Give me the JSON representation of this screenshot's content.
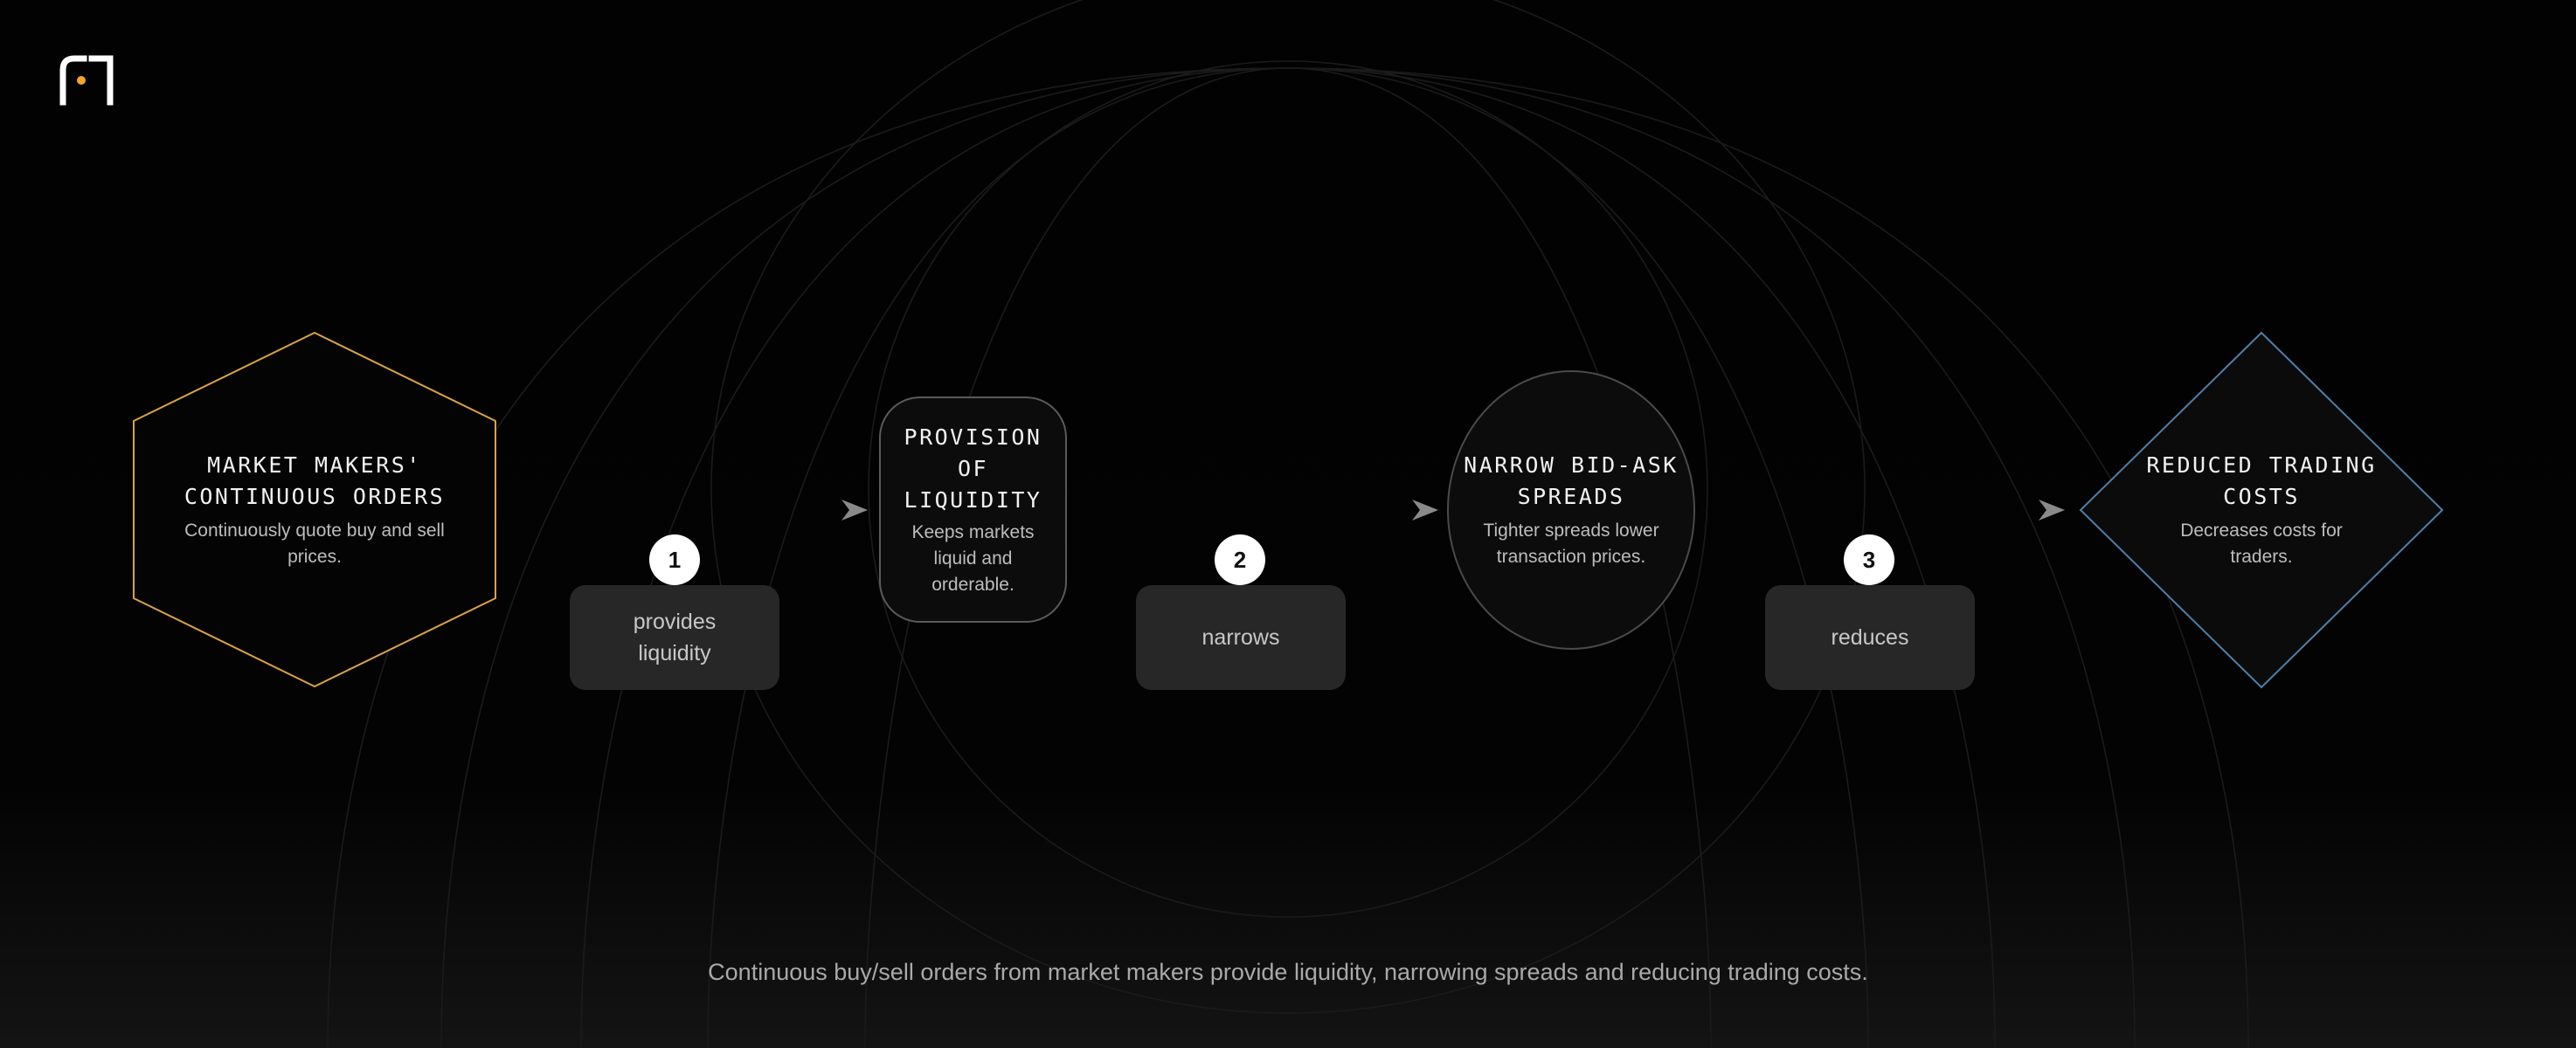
{
  "brand": {
    "logo": "r-logo-icon",
    "accent_color": "#f5a623"
  },
  "nodes": [
    {
      "id": "market-makers",
      "shape": "hexagon",
      "border_color": "#d9a24a",
      "title_lines": [
        "MARKET MAKERS'",
        "CONTINUOUS ORDERS"
      ],
      "desc_lines": [
        "Continuously quote buy and sell",
        "prices."
      ]
    },
    {
      "id": "liquidity",
      "shape": "rounded-rectangle",
      "border_color": "#5a5a5a",
      "title_lines": [
        "PROVISION",
        "OF",
        "LIQUIDITY"
      ],
      "desc_lines": [
        "Keeps markets",
        "liquid and",
        "orderable."
      ]
    },
    {
      "id": "spreads",
      "shape": "ellipse",
      "border_color": "#4a4a4a",
      "title_lines": [
        "NARROW BID-ASK",
        "SPREADS"
      ],
      "desc_lines": [
        "Tighter spreads lower",
        "transaction prices."
      ]
    },
    {
      "id": "costs",
      "shape": "diamond",
      "border_color": "#4f7fa8",
      "title_lines": [
        "REDUCED TRADING",
        "COSTS"
      ],
      "desc_lines": [
        "Decreases costs for",
        "traders."
      ]
    }
  ],
  "edges": [
    {
      "step": "1",
      "label_lines": [
        "provides",
        "liquidity"
      ]
    },
    {
      "step": "2",
      "label_lines": [
        "narrows"
      ]
    },
    {
      "step": "3",
      "label_lines": [
        "reduces"
      ]
    }
  ],
  "caption": "Continuous buy/sell orders from market makers provide liquidity, narrowing spreads and reducing trading costs."
}
